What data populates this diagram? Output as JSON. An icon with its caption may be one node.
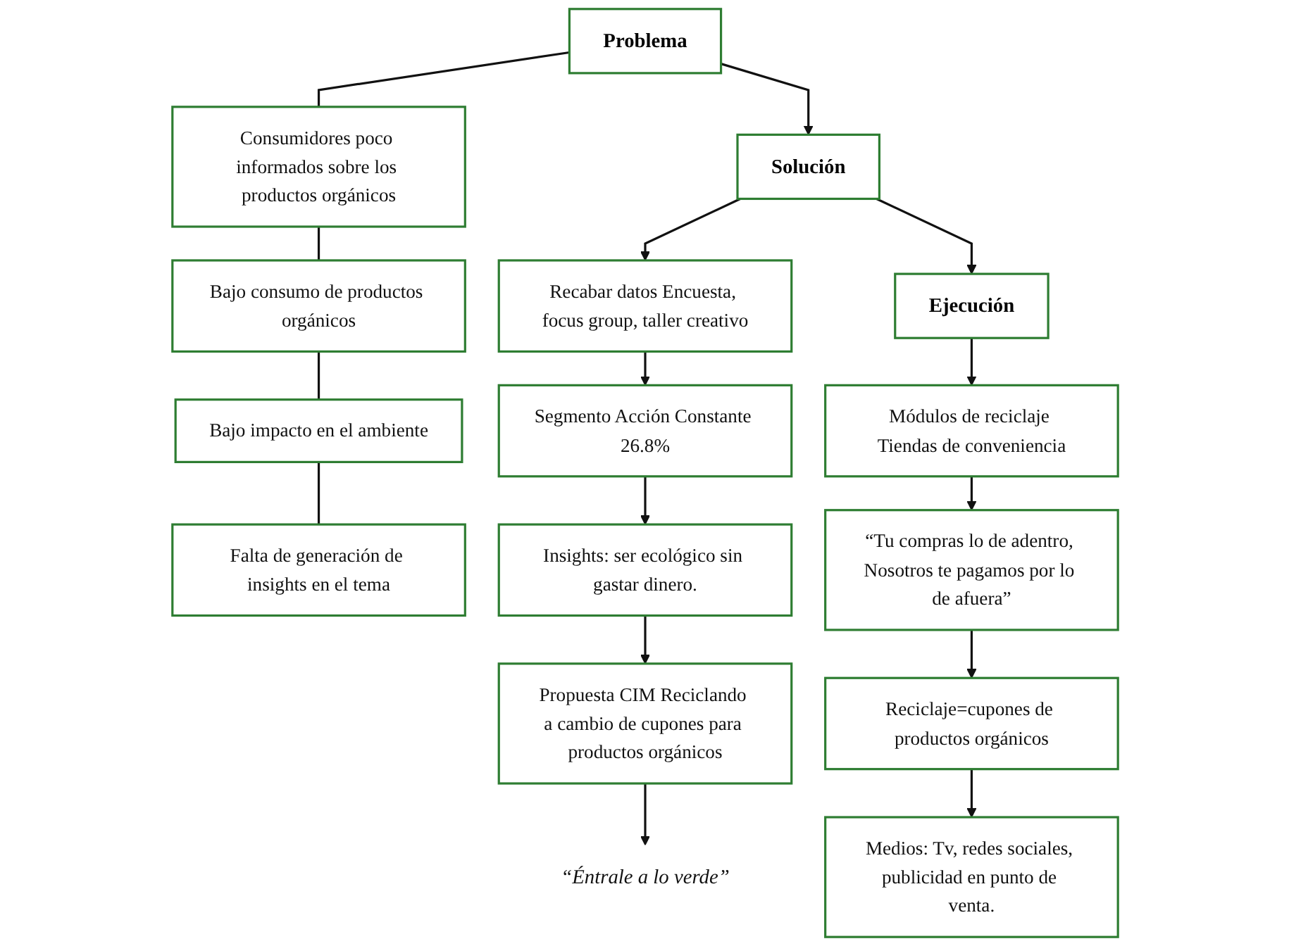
{
  "diagram": {
    "nodes": [
      {
        "text": [
          "Problema"
        ]
      },
      {
        "text": [
          "Consumidores poco informados sobre los productos orgánicos"
        ]
      },
      {
        "text": [
          "Bajo consumo de productos orgánicos"
        ]
      },
      {
        "text": [
          "Bajo impacto en el ambiente"
        ]
      },
      {
        "text": [
          "Falta de generación de insights en el tema"
        ]
      },
      {
        "text": [
          "Solución"
        ]
      },
      {
        "text": [
          "Recabar datos Encuesta, focus group, taller creativo"
        ]
      },
      {
        "text": [
          "Segmento Acción Constante 26.8%"
        ]
      },
      {
        "text": [
          "Insights: ser ecológico sin gastar dinero."
        ]
      },
      {
        "text": [
          "Propuesta CIM Reciclando a cambio de cupones para productos orgánicos"
        ]
      },
      {
        "text": [
          "“Éntrale a lo verde”"
        ]
      },
      {
        "text": [
          "Ejecución"
        ]
      },
      {
        "text": [
          "Módulos de reciclaje Tiendas de conveniencia"
        ]
      },
      {
        "text": [
          "“Tu compras lo de adentro, Nosotros te pagamos por lo de afuera”"
        ]
      },
      {
        "text": [
          "Reciclaje=cupones de productos orgánicos"
        ]
      },
      {
        "text": [
          "Medios: Tv, redes sociales, publicidad en punto de venta."
        ]
      }
    ],
    "edges": [
      {
        "from": 0,
        "to": 1,
        "arrow": "none"
      },
      {
        "from": 1,
        "to": 2,
        "arrow": "none"
      },
      {
        "from": 2,
        "to": 3,
        "arrow": "none"
      },
      {
        "from": 3,
        "to": 4,
        "arrow": "none"
      },
      {
        "from": 0,
        "to": 5,
        "arrow": "to"
      },
      {
        "from": 5,
        "to": 6,
        "arrow": "to"
      },
      {
        "from": 6,
        "to": 7,
        "arrow": "to"
      },
      {
        "from": 7,
        "to": 8,
        "arrow": "to"
      },
      {
        "from": 8,
        "to": 9,
        "arrow": "to"
      },
      {
        "from": 9,
        "to": 10,
        "arrow": "to"
      },
      {
        "from": 5,
        "to": 11,
        "arrow": "to"
      },
      {
        "from": 11,
        "to": 12,
        "arrow": "to"
      },
      {
        "from": 12,
        "to": 13,
        "arrow": "to"
      },
      {
        "from": 13,
        "to": 14,
        "arrow": "to"
      },
      {
        "from": 14,
        "to": 15,
        "arrow": "to"
      }
    ]
  }
}
